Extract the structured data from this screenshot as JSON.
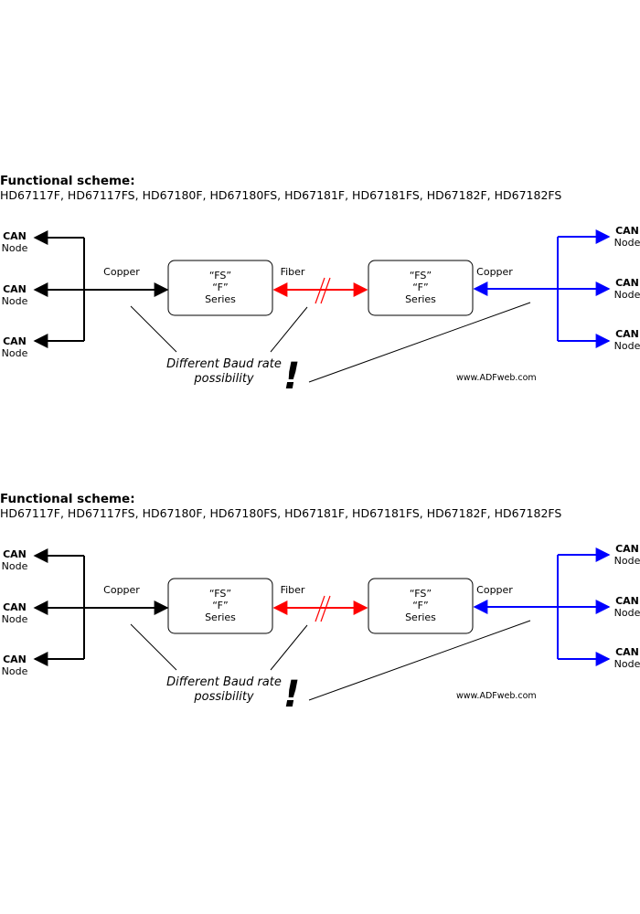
{
  "schemes": [
    {
      "title": "Functional scheme:",
      "models": "HD67117F, HD67117FS, HD67180F, HD67180FS, HD67181F, HD67181FS, HD67182F, HD67182FS",
      "left_nodes": [
        {
          "name": "CAN",
          "sub": "Node"
        },
        {
          "name": "CAN",
          "sub": "Node"
        },
        {
          "name": "CAN",
          "sub": "Node"
        }
      ],
      "right_nodes": [
        {
          "name": "CAN",
          "sub": "Node"
        },
        {
          "name": "CAN",
          "sub": "Node"
        },
        {
          "name": "CAN",
          "sub": "Node"
        }
      ],
      "left_link_label": "Copper",
      "middle_link_label": "Fiber",
      "right_link_label": "Copper",
      "left_box": {
        "line1": "“FS”",
        "line2": "“F”",
        "line3": "Series"
      },
      "right_box": {
        "line1": "“FS”",
        "line2": "“F”",
        "line3": "Series"
      },
      "note_line1": "Different Baud rate",
      "note_line2": "possibility",
      "exclamation": "!",
      "website": "www.ADFweb.com"
    },
    {
      "title": "Functional scheme:",
      "models": "HD67117F, HD67117FS, HD67180F, HD67180FS, HD67181F, HD67181FS, HD67182F, HD67182FS",
      "left_nodes": [
        {
          "name": "CAN",
          "sub": "Node"
        },
        {
          "name": "CAN",
          "sub": "Node"
        },
        {
          "name": "CAN",
          "sub": "Node"
        }
      ],
      "right_nodes": [
        {
          "name": "CAN",
          "sub": "Node"
        },
        {
          "name": "CAN",
          "sub": "Node"
        },
        {
          "name": "CAN",
          "sub": "Node"
        }
      ],
      "left_link_label": "Copper",
      "middle_link_label": "Fiber",
      "right_link_label": "Copper",
      "left_box": {
        "line1": "“FS”",
        "line2": "“F”",
        "line3": "Series"
      },
      "right_box": {
        "line1": "“FS”",
        "line2": "“F”",
        "line3": "Series"
      },
      "note_line1": "Different Baud rate",
      "note_line2": "possibility",
      "exclamation": "!",
      "website": "www.ADFweb.com"
    }
  ],
  "colors": {
    "copper_left": "#000000",
    "fiber": "#ff0000",
    "copper_right": "#0000ff",
    "box_border": "#000000"
  }
}
